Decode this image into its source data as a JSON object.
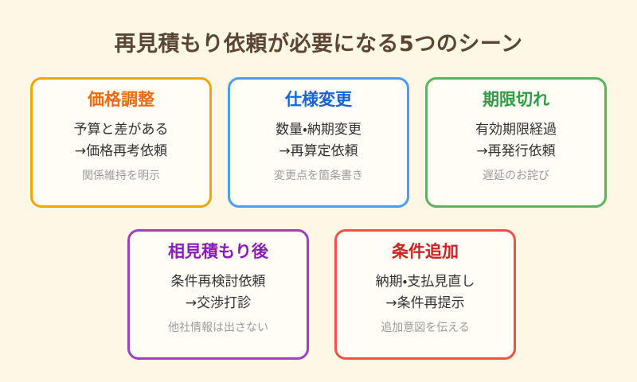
{
  "page": {
    "title": "再見積もり依頼が必要になる5つのシーン",
    "background_color": "#fdf7e6",
    "title_color": "#5b4634",
    "card_background": "#fffdf6",
    "body_text_color": "#333333",
    "note_text_color": "#9b9b9b"
  },
  "cards": [
    {
      "id": "price-adjustment",
      "title": "価格調整",
      "line1": "予算と差がある",
      "line2": "→価格再考依頼",
      "note": "関係維持を明示",
      "accent_color": "#f0a500",
      "title_color": "#ee6a10"
    },
    {
      "id": "spec-change",
      "title": "仕様変更",
      "line1": "数量・納期変更",
      "line2": "→再算定依頼",
      "note": "変更点を箇条書き",
      "accent_color": "#4a9df0",
      "title_color": "#1565d8"
    },
    {
      "id": "expired",
      "title": "期限切れ",
      "line1": "有効期限経過",
      "line2": "→再発行依頼",
      "note": "遅延のお詫び",
      "accent_color": "#5cb25d",
      "title_color": "#2e9e45"
    },
    {
      "id": "after-competitive-quote",
      "title": "相見積もり後",
      "line1": "条件再検討依頼",
      "line2": "→交渉打診",
      "note": "他社情報は出さない",
      "accent_color": "#a03fc0",
      "title_color": "#8a1db8"
    },
    {
      "id": "condition-added",
      "title": "条件追加",
      "line1": "納期・支払見直し",
      "line2": "→条件再提示",
      "note": "追加意図を伝える",
      "accent_color": "#ef5244",
      "title_color": "#cc2222"
    }
  ]
}
